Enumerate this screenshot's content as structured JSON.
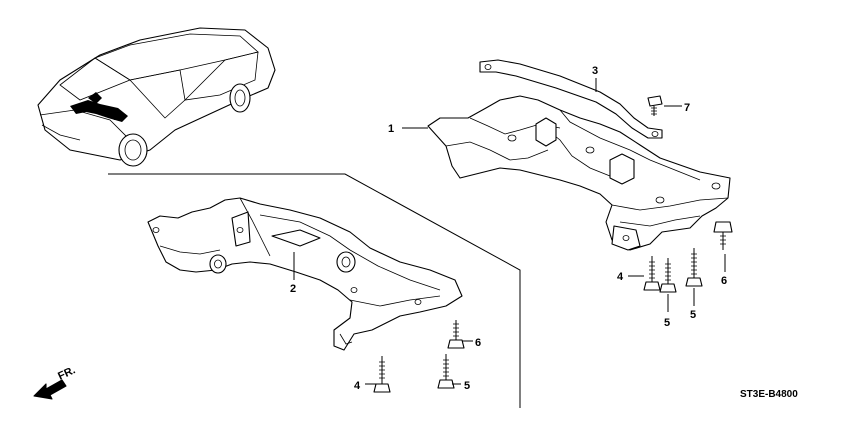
{
  "diagram": {
    "callouts": {
      "c1": "1",
      "c2": "2",
      "c3": "3",
      "c4a": "4",
      "c4b": "4",
      "c5a": "5",
      "c5b": "5",
      "c5c": "5",
      "c6a": "6",
      "c6b": "6",
      "c7": "7"
    },
    "direction_label": "FR.",
    "code": "ST3E-B4800"
  },
  "icons": [
    "car-overview-icon",
    "front-direction-arrow-icon"
  ]
}
